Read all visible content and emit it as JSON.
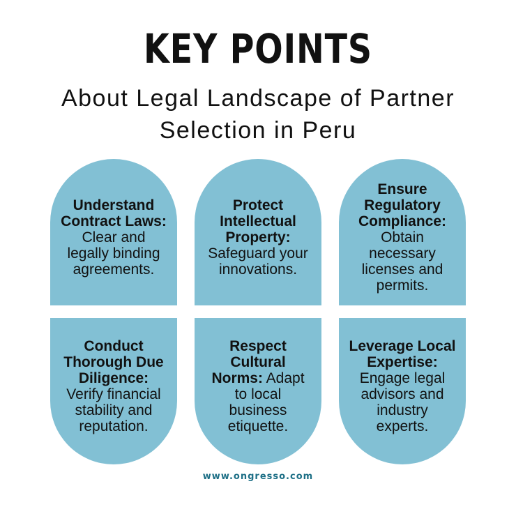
{
  "header": {
    "title": "KEY POINTS",
    "subtitle": "About Legal Landscape of Partner Selection in Peru"
  },
  "cards": [
    {
      "heading": "Understand Contract Laws:",
      "body": "Clear and legally binding agreements."
    },
    {
      "heading": "Protect Intellectual Property:",
      "body": "Safeguard your innovations."
    },
    {
      "heading": "Ensure Regulatory Compliance:",
      "body": "Obtain necessary licenses and permits."
    },
    {
      "heading": "Conduct Thorough Due Diligence:",
      "body": "Verify financial stability and reputation."
    },
    {
      "heading": "Respect Cultural Norms:",
      "body": "Adapt to local business etiquette."
    },
    {
      "heading": "Leverage Local Expertise:",
      "body": "Engage legal advisors and industry experts."
    }
  ],
  "footer": {
    "website": "www.ongresso.com"
  },
  "colors": {
    "card_fill": "#82c0d4",
    "footer_text": "#1d6f86"
  }
}
